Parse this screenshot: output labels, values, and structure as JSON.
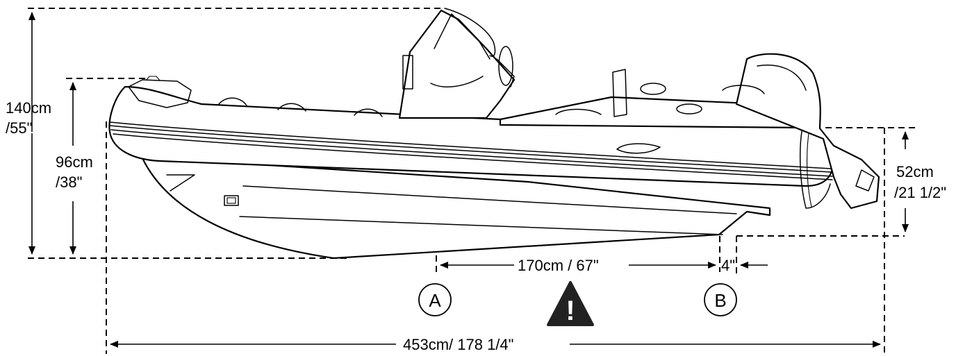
{
  "dimensions": {
    "total_height_cm": "140cm",
    "total_height_in": "/55\"",
    "tube_height_cm": "96cm",
    "tube_height_in": "/38\"",
    "transom_height_cm": "52cm",
    "transom_height_in": "/21 1/2\"",
    "point_spacing": "170cm / 67\"",
    "offset": "4\"",
    "overall_length": "453cm/ 178 1/4\""
  },
  "markers": {
    "a": "A",
    "b": "B"
  },
  "warning": {
    "symbol": "!",
    "color": "#222222"
  }
}
